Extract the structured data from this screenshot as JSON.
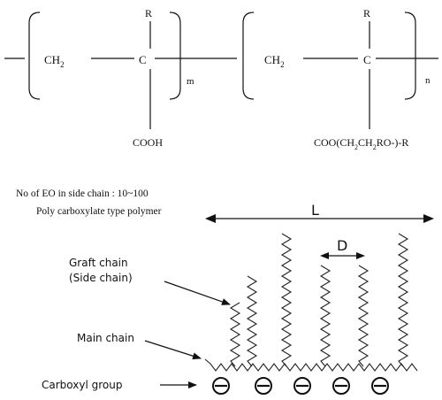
{
  "formula": {
    "unit1": {
      "backbone": "CH",
      "backbone_sub": "2",
      "center": "C",
      "top_group": "R",
      "bottom_group": "COOH",
      "repeat": "m"
    },
    "unit2": {
      "backbone": "CH",
      "backbone_sub": "2",
      "center": "C",
      "top_group": "R",
      "bottom_parts": [
        "COO(CH",
        "2",
        "CH",
        "2",
        "RO-)-R"
      ],
      "repeat": "n"
    }
  },
  "info": {
    "eo_line": "No of EO in side chain :  10~100",
    "polymer_line": "Poly carboxylate type polymer"
  },
  "diagram": {
    "length_label": "L",
    "spacing_label": "D",
    "graft_label_line1": "Graft chain",
    "graft_label_line2": "(Side chain)",
    "main_chain_label": "Main chain",
    "carboxyl_label": "Carboxyl group",
    "carboxyl_symbol": "⊖",
    "carboxyl_count": 5,
    "side_chain_count": 6
  }
}
